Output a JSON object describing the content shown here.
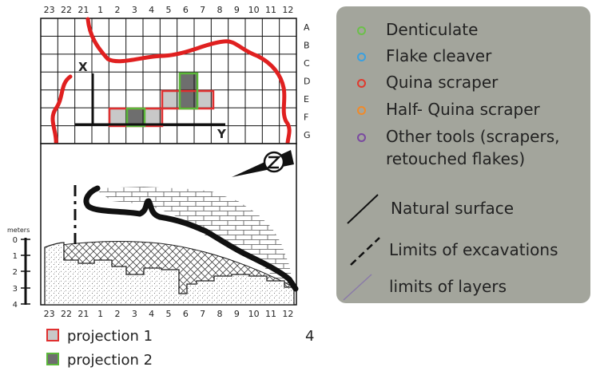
{
  "figure_number": "4",
  "grid": {
    "columns": [
      "23",
      "22",
      "21",
      "1",
      "2",
      "3",
      "4",
      "5",
      "6",
      "7",
      "8",
      "9",
      "10",
      "11",
      "12"
    ],
    "rows": [
      "A",
      "B",
      "C",
      "D",
      "E",
      "F",
      "G"
    ],
    "axis_x": "X",
    "axis_y": "Y"
  },
  "section": {
    "scale_unit": "meters",
    "scale_ticks": [
      "0",
      "1",
      "2",
      "3",
      "4"
    ]
  },
  "projections": [
    {
      "label": "projection 1",
      "fill": "#c8c8c8",
      "border": "#e03030"
    },
    {
      "label": "projection 2",
      "fill": "#6e6e6e",
      "border": "#5cb83a"
    }
  ],
  "legend": {
    "background": "#a3a59c",
    "tools": [
      {
        "label": "Denticulate",
        "color": "#6cc04a"
      },
      {
        "label": "Flake cleaver",
        "color": "#3aa0e0"
      },
      {
        "label": "Quina scraper",
        "color": "#e03a2e"
      },
      {
        "label": "Half- Quina scraper",
        "color": "#f08a2a"
      },
      {
        "label_lines": [
          "Other tools (scrapers,",
          "retouched flakes)"
        ],
        "color": "#7a4aa0"
      }
    ],
    "lines": [
      {
        "label": "Natural surface",
        "style": "solid",
        "color": "#111111"
      },
      {
        "label": "Limits of excavations",
        "style": "dashed",
        "color": "#111111"
      },
      {
        "label": "limits of layers",
        "style": "solid",
        "color": "#8a7aa8"
      }
    ]
  },
  "colors": {
    "boundary": "#e02020",
    "cell_red": "#e03030",
    "cell_green": "#5cb83a",
    "cell_light": "#c8c8c8",
    "cell_dark": "#6e6e6e"
  }
}
